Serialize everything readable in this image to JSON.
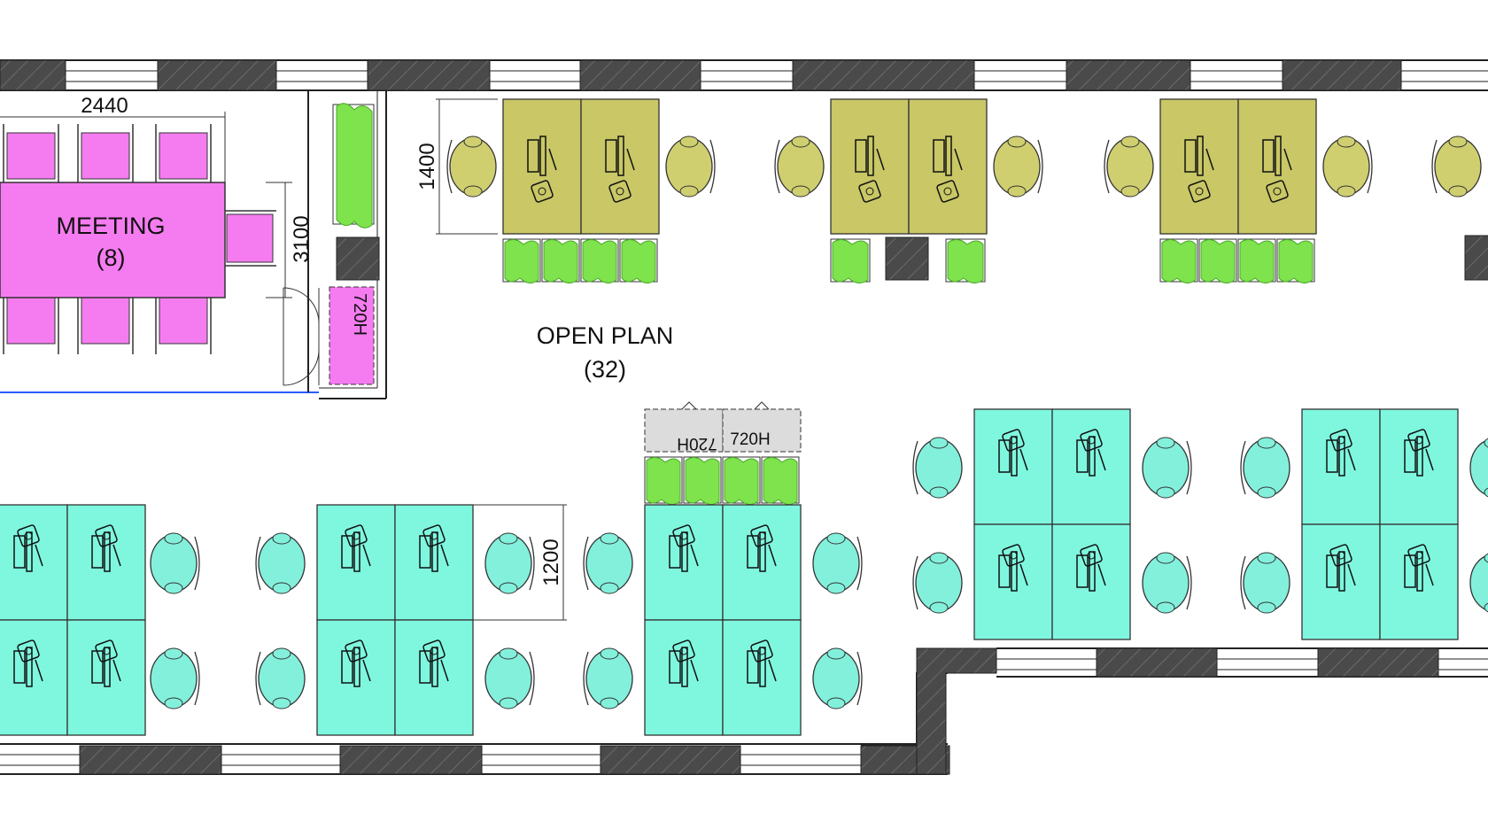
{
  "rooms": {
    "meeting": {
      "name": "MEETING",
      "capacity": "(8)"
    },
    "open_plan": {
      "name": "OPEN PLAN",
      "capacity": "(32)"
    }
  },
  "dimensions": {
    "meeting_width": "2440",
    "meeting_depth": "3100",
    "yellow_desk_depth": "1400",
    "teal_desk_depth": "1200"
  },
  "storage": {
    "meeting_cabinet": "720H",
    "cabinet_left": "720H",
    "cabinet_right": "720H"
  },
  "colors": {
    "meeting": "#f57cf0",
    "yellow_desk": "#c9c766",
    "yellow_chair": "#cfcf70",
    "teal_desk": "#7ff7df",
    "teal_chair": "#83f0dc",
    "plant": "#7ee34c",
    "window_pier": "#4a4a4a",
    "cabinet": "#dcdcdc"
  }
}
